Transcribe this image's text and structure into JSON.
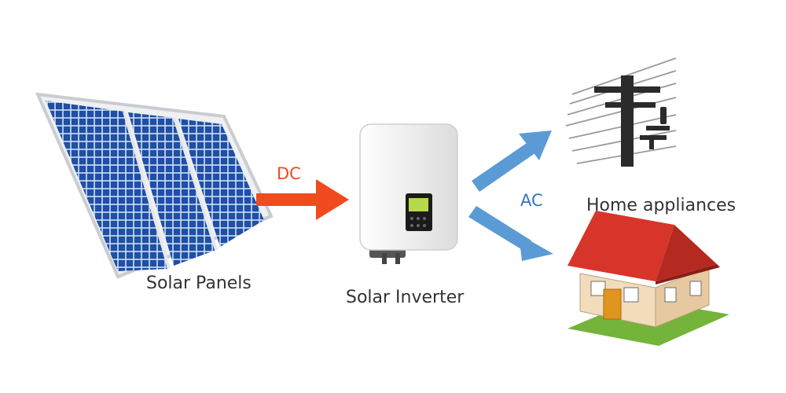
{
  "labels": {
    "solar_panels": "Solar Panels",
    "solar_inverter": "Solar Inverter",
    "home_appliances": "Home appliances",
    "dc": "DC",
    "ac": "AC"
  },
  "colors": {
    "dc_arrow": "#f04a1e",
    "ac_arrow": "#5b9bd5",
    "panel_cell": "#1f4fa6",
    "panel_frame": "#c9ccd1",
    "inverter_body": "#f1f1f1",
    "roof": "#d8352a",
    "house_wall": "#f2dcbb",
    "grass": "#74b43a"
  },
  "icons": {
    "panels": "solar-panels-icon",
    "inverter": "inverter-icon",
    "pole": "power-pole-icon",
    "house": "house-icon"
  }
}
